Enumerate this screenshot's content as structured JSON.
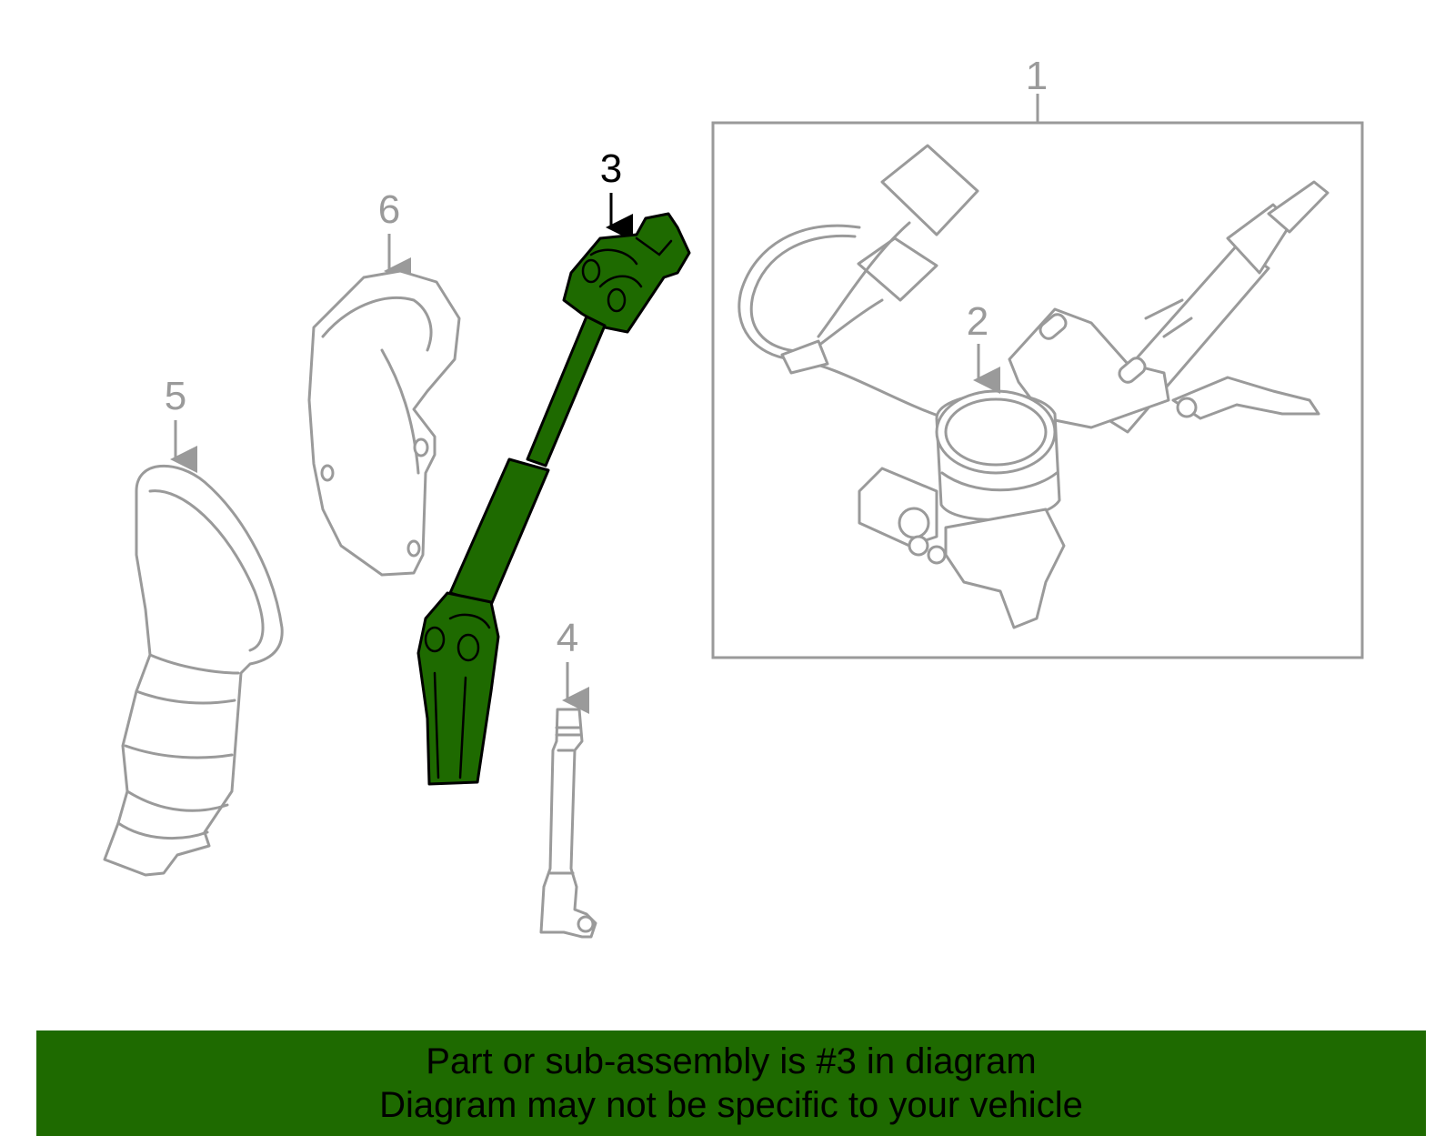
{
  "diagram": {
    "highlight_color": "#1e6a00",
    "outline_color": "#9a9a9a",
    "highlighted_part": "3",
    "callouts": [
      {
        "id": "1",
        "label": "1"
      },
      {
        "id": "2",
        "label": "2"
      },
      {
        "id": "3",
        "label": "3"
      },
      {
        "id": "4",
        "label": "4"
      },
      {
        "id": "5",
        "label": "5"
      },
      {
        "id": "6",
        "label": "6"
      }
    ]
  },
  "banner": {
    "background": "#1e6a00",
    "line1": "Part or sub-assembly is #3 in diagram",
    "line2": "Diagram may not be specific to your vehicle"
  }
}
